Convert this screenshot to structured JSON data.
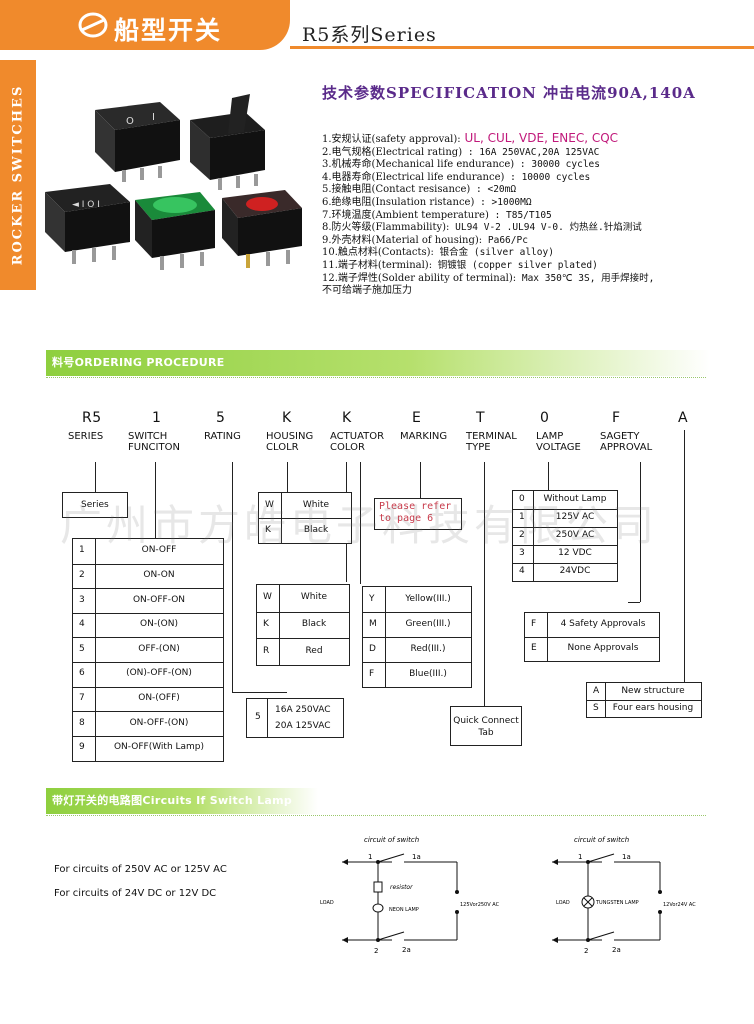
{
  "header": {
    "title_cn": "船型开关",
    "series": "R5系列Series",
    "side_label": "ROCKER SWITCHES"
  },
  "colors": {
    "accent_orange": "#f08a2c",
    "bar_green": "#8ecf3e",
    "spec_purple": "#5a2a8a",
    "spec_magenta": "#c0187a"
  },
  "spec": {
    "heading": "技术参数SPECIFICATION 冲击电流90A,140A",
    "items": [
      {
        "label": "1.安规认证(safety approval):",
        "value": "UL, CUL, VDE, ENEC, CQC"
      },
      {
        "label": "2.电气规格(Electrical rating)",
        "value": ": 16A 250VAC,20A 125VAC"
      },
      {
        "label": "3.机械寿命(Mechanical life endurance)",
        "value": ": 30000 cycles"
      },
      {
        "label": "4.电器寿命(Electrical life endurance)",
        "value": ": 10000 cycles"
      },
      {
        "label": "5.接触电阻(Contact resisance)",
        "value": ": <20mΩ"
      },
      {
        "label": "6.绝缘电阻(Insulation ristance)",
        "value": ": >1000MΩ"
      },
      {
        "label": "7.环境温度(Ambient temperature)",
        "value": ": T85/T105"
      },
      {
        "label": "8.防火等级(Flammability):",
        "value": "UL94 V-2 .UL94 V-0. 灼热丝.针焰测试"
      },
      {
        "label": "9.外壳材料(Material of housing):",
        "value": "Pa66/Pc"
      },
      {
        "label": "10.触点材料(Contacts):",
        "value": "银合金 (silver alloy)"
      },
      {
        "label": "11.端子材料(terminal):",
        "value": "铜镀银 (copper silver plated)"
      },
      {
        "label": "12.端子焊性(Solder ability of terminal):",
        "value": "Max 350℃ 3S, 用手焊接时,"
      },
      {
        "label": "不可给端子施加压力",
        "value": ""
      }
    ]
  },
  "ordering": {
    "heading": "料号ORDERING PROCEDURE",
    "codes": [
      "R5",
      "1",
      "5",
      "K",
      "K",
      "E",
      "T",
      "0",
      "F",
      "A"
    ],
    "labels": [
      [
        "SERIES"
      ],
      [
        "SWITCH",
        "FUNCITON"
      ],
      [
        "RATING"
      ],
      [
        "HOUSING",
        "CLOLR"
      ],
      [
        "ACTUATOR",
        "COLOR"
      ],
      [
        "MARKING"
      ],
      [
        "TERMINAL",
        "TYPE"
      ],
      [
        "LAMP",
        "VOLTAGE"
      ],
      [
        "SAGETY",
        "APPROVAL"
      ],
      [
        ""
      ]
    ],
    "series_box": "Series",
    "switch_functions": [
      {
        "code": "1",
        "text": "ON-OFF"
      },
      {
        "code": "2",
        "text": "ON-ON"
      },
      {
        "code": "3",
        "text": "ON-OFF-ON"
      },
      {
        "code": "4",
        "text": "ON-(ON)"
      },
      {
        "code": "5",
        "text": "OFF-(ON)"
      },
      {
        "code": "6",
        "text": "(ON)-OFF-(ON)"
      },
      {
        "code": "7",
        "text": "ON-(OFF)"
      },
      {
        "code": "8",
        "text": "ON-OFF-(ON)"
      },
      {
        "code": "9",
        "text": "ON-OFF(With Lamp)"
      }
    ],
    "rating": {
      "code": "5",
      "line1": "16A 250VAC",
      "line2": "20A 125VAC"
    },
    "housing_colors": [
      {
        "code": "W",
        "text": "White"
      },
      {
        "code": "K",
        "text": "Black"
      }
    ],
    "actuator_colors": [
      {
        "code": "W",
        "text": "White"
      },
      {
        "code": "K",
        "text": "Black"
      },
      {
        "code": "R",
        "text": "Red"
      }
    ],
    "marking_note": "Please refer to page 6",
    "lamp_colors": [
      {
        "code": "Y",
        "text": "Yellow(III.)"
      },
      {
        "code": "M",
        "text": "Green(III.)"
      },
      {
        "code": "D",
        "text": "Red(III.)"
      },
      {
        "code": "F",
        "text": "Blue(III.)"
      }
    ],
    "terminal": {
      "line1": "Quick Connect",
      "line2": "Tab"
    },
    "lamp_voltage": [
      {
        "code": "0",
        "text": "Without Lamp"
      },
      {
        "code": "1",
        "text": "125V AC"
      },
      {
        "code": "2",
        "text": "250V AC"
      },
      {
        "code": "3",
        "text": "12 VDC"
      },
      {
        "code": "4",
        "text": "24VDC"
      }
    ],
    "approvals": [
      {
        "code": "F",
        "text": "4 Safety Approvals"
      },
      {
        "code": "E",
        "text": "None Approvals"
      }
    ],
    "structure": [
      {
        "code": "A",
        "text": "New structure"
      },
      {
        "code": "S",
        "text": "Four ears housing"
      }
    ]
  },
  "watermark": "广州市方皓电子科技有限公司",
  "circuits": {
    "heading": "带灯开关的电路图Circuits If Switch Lamp",
    "line1": "For circuits of 250V AC or 125V AC",
    "line2": "For circuits of 24V DC or 12V DC",
    "left": {
      "title": "circuit of switch",
      "load": "LOAD",
      "resistor": "resistor",
      "lamp": "NEON LAMP",
      "supply": "125Vor250V AC",
      "t1": "1",
      "t1a": "1a",
      "t2": "2",
      "t2a": "2a"
    },
    "right": {
      "title": "circuit of switch",
      "load": "LOAD",
      "lamp": "TUNGSTEN LAMP",
      "supply": "12Vor24V AC",
      "t1": "1",
      "t1a": "1a",
      "t2": "2",
      "t2a": "2a"
    }
  }
}
